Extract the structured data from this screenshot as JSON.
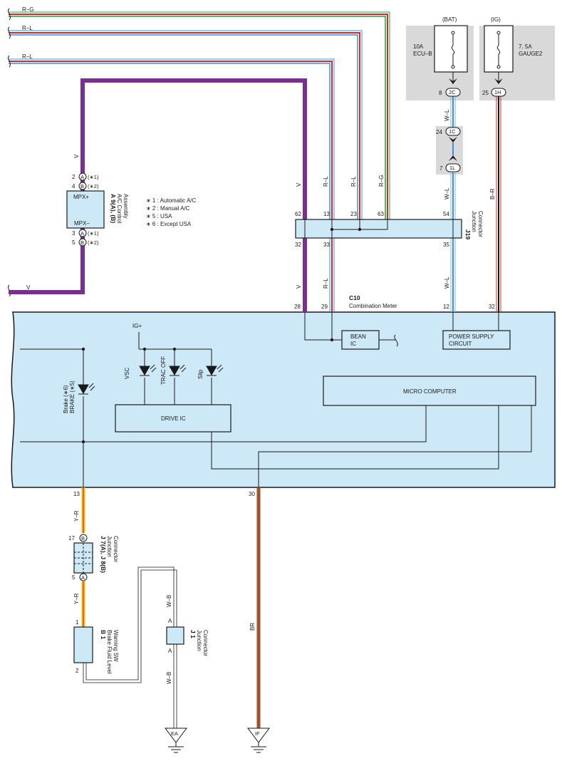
{
  "wires": {
    "r_g_top": "R–G",
    "r_l_mid": "R–L",
    "r_l_low": "R–L",
    "v_left": "V",
    "v_bottom_left": "V",
    "v_62": "V",
    "r_l_13": "R–L",
    "r_l_23": "R–L",
    "r_g_63": "R–G",
    "w_l_upper": "W–L",
    "w_l_54": "W–L",
    "b_r": "B–R",
    "v_32": "V",
    "r_l_33": "R–L",
    "w_l_35": "W–L",
    "y_r_upper": "Y–R",
    "y_r_lower": "Y–R",
    "w_b_upper": "W–B",
    "w_b_lower": "W–B",
    "br": "BR"
  },
  "fuses": {
    "bat": {
      "header": "(BAT)",
      "line1": "10A",
      "line2": "ECU–B",
      "pin": "8",
      "connector": "2C"
    },
    "ig": {
      "header": "(IG)",
      "line1": "7. 5A",
      "line2": "GAUGE2",
      "pin": "25",
      "connector": "1H"
    }
  },
  "inline_connectors": {
    "c1c": {
      "pin": "24",
      "id": "1C"
    },
    "c1l": {
      "pin": "7",
      "id": "1L"
    }
  },
  "ac_control": {
    "code": "A 9(A), (B)",
    "name_line1": "A/C Control",
    "name_line2": "Assembly",
    "mpx_plus": "MPX+",
    "mpx_minus": "MPX–",
    "pins": [
      {
        "num": "2",
        "conn": "A",
        "note": "(∗1)"
      },
      {
        "num": "4",
        "conn": "B",
        "note": "(∗2)"
      },
      {
        "num": "3",
        "conn": "A",
        "note": "(∗1)"
      },
      {
        "num": "5",
        "conn": "B",
        "note": "(∗2)"
      }
    ]
  },
  "notes": [
    "∗ 1 : Automatic A/C",
    "∗ 2 : Manual A/C",
    "∗ 5 : USA",
    "∗ 6 : Except USA"
  ],
  "j19": {
    "code": "J19",
    "name_line1": "Junction",
    "name_line2": "Connector",
    "top_pins": [
      "62",
      "13",
      "23",
      "63",
      "54"
    ],
    "bottom_pins": [
      "32",
      "33",
      "35"
    ]
  },
  "meter": {
    "code": "C10",
    "name": "Combination Meter",
    "top_pins": [
      "28",
      "29",
      "12",
      "32"
    ],
    "bottom_pins": [
      "13",
      "30"
    ],
    "ig_plus": "IG+",
    "bean_ic_line1": "BEAN",
    "bean_ic_line2": "IC",
    "power_supply_line1": "POWER SUPPLY",
    "power_supply_line2": "CIRCUIT",
    "micro_computer": "MICRO COMPUTER",
    "drive_ic": "DRIVE IC",
    "leds": [
      "VSC",
      "TRAC OFF",
      "Slip"
    ],
    "brake_line1": "Brake (∗6)",
    "brake_line2": "BRAKE (∗5)"
  },
  "j7j8": {
    "code": "J 7(A), J 8(B)",
    "name_line1": "Junction",
    "name_line2": "Connector",
    "pin_top": "17",
    "conn_top": "B",
    "pin_bottom": "5",
    "conn_bottom": "A"
  },
  "b1": {
    "code": "B 1",
    "name_line1": "Brake Fluid Level",
    "name_line2": "Warning SW",
    "pin_top": "1",
    "pin_bottom": "2"
  },
  "j1": {
    "code": "J 1",
    "name_line1": "Junction",
    "name_line2": "Connector",
    "pin_top": "A",
    "pin_bottom": "A"
  },
  "grounds": {
    "ea": "EA",
    "if": "IF"
  },
  "colors": {
    "meter_fill": "#cde9f7",
    "gray_box": "#d9d9d9",
    "violet": "#7a2e8f",
    "red": "#d42a2a",
    "green": "#2b9a3a",
    "blue": "#3d8fd6",
    "yellow": "#f2c21b",
    "brown": "#a0522d",
    "black": "#1a1a1a"
  }
}
